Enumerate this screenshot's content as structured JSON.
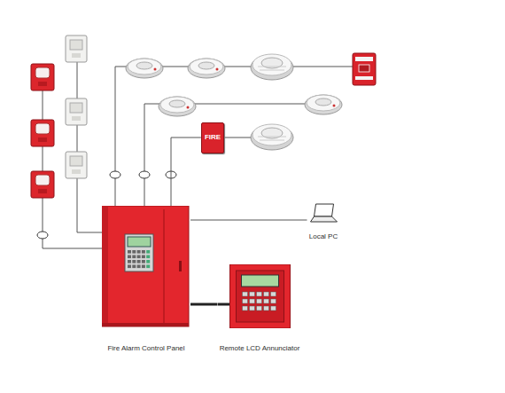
{
  "diagram": {
    "nodes": [
      {
        "text": [
          "FIRE"
        ]
      },
      {
        "text": [
          "Local PC"
        ]
      },
      {
        "text": [
          "Fire Alarm Control Panel"
        ]
      },
      {
        "text": [
          "Remote LCD Annunciator"
        ]
      }
    ],
    "edges": [
      {
        "from": 2,
        "to": 0,
        "arrow": "none"
      },
      {
        "from": 2,
        "to": 1,
        "arrow": "none"
      },
      {
        "from": 2,
        "to": 3,
        "arrow": "none"
      }
    ]
  }
}
